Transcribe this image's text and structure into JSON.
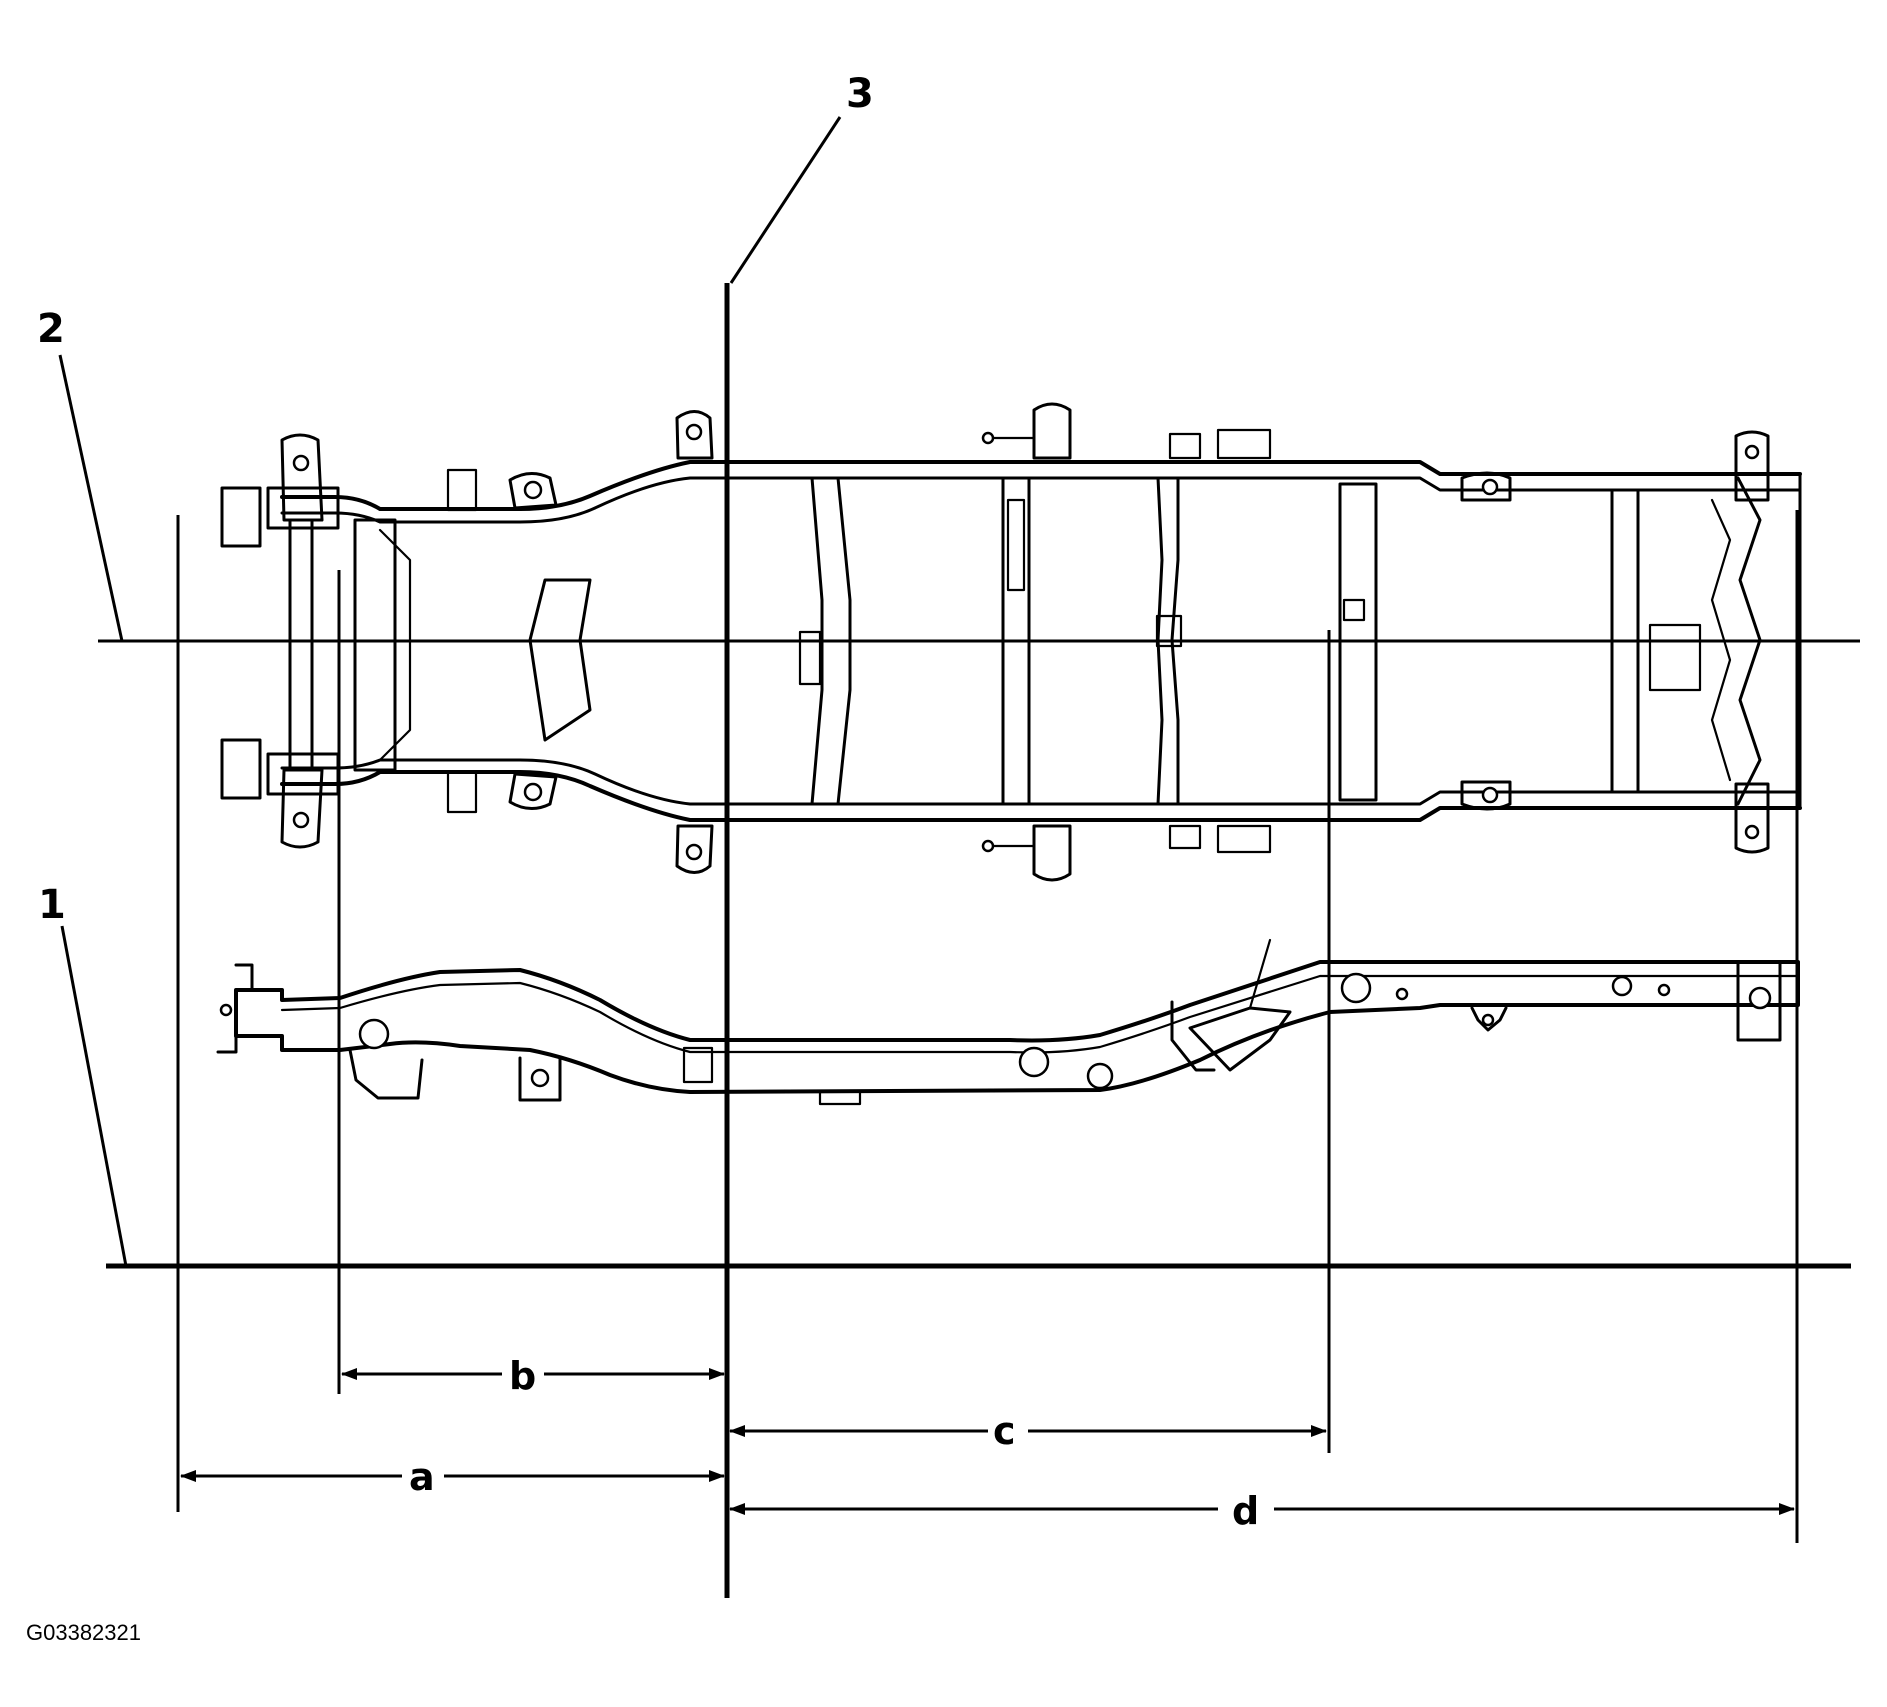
{
  "callouts": {
    "one": "1",
    "two": "2",
    "three": "3"
  },
  "dimensions": {
    "a": "a",
    "b": "b",
    "c": "c",
    "d": "d"
  },
  "figure_id": "G03382321"
}
